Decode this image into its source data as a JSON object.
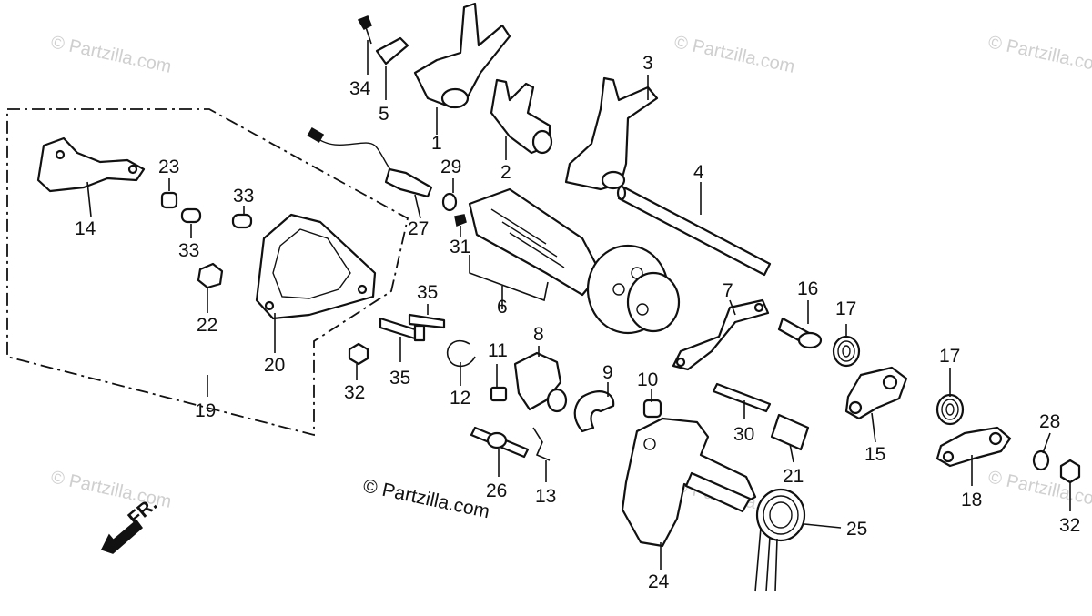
{
  "watermark_text": "© Partzilla.com",
  "credit_text": "© Partzilla.com",
  "front_arrow_label": "FR.",
  "callouts": {
    "c1": "1",
    "c2": "2",
    "c3": "3",
    "c4": "4",
    "c5": "5",
    "c6": "6",
    "c7": "7",
    "c8": "8",
    "c9": "9",
    "c10": "10",
    "c11": "11",
    "c12": "12",
    "c13": "13",
    "c14": "14",
    "c15": "15",
    "c16": "16",
    "c17a": "17",
    "c17b": "17",
    "c18": "18",
    "c19": "19",
    "c20": "20",
    "c21": "21",
    "c22": "22",
    "c23": "23",
    "c24": "24",
    "c25": "25",
    "c26": "26",
    "c27": "27",
    "c28": "28",
    "c29": "29",
    "c30": "30",
    "c31": "31",
    "c32a": "32",
    "c32b": "32",
    "c33a": "33",
    "c33b": "33",
    "c34": "34",
    "c35a": "35",
    "c35b": "35"
  }
}
